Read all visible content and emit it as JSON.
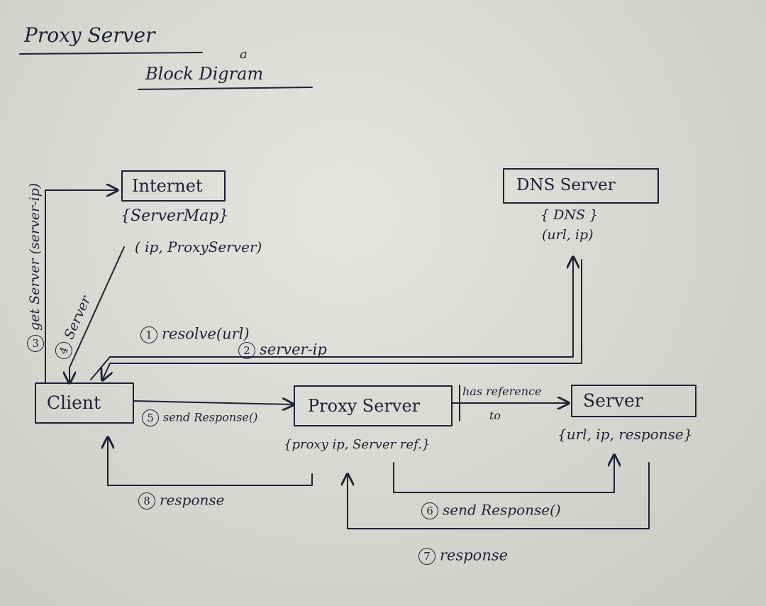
{
  "title": "Proxy Server",
  "subtitle": "Block Digram",
  "subtitle_correction": "a",
  "nodes": {
    "internet": {
      "label": "Internet",
      "note1": "{ServerMap}",
      "note2": "( ip, ProxyServer)"
    },
    "dns": {
      "label": "DNS Server",
      "note1": "{ DNS }",
      "note2": "(url, ip)"
    },
    "client": {
      "label": "Client"
    },
    "proxy": {
      "label": "Proxy Server",
      "note": "{proxy ip, Server ref.}"
    },
    "server": {
      "label": "Server",
      "note": "{url, ip, response}"
    }
  },
  "edges": {
    "step1": {
      "num": "1",
      "label": "resolve(url)"
    },
    "step2": {
      "num": "2",
      "label": "server-ip"
    },
    "step3": {
      "num": "3",
      "label": "get Server (server-ip)"
    },
    "step4": {
      "num": "4",
      "label": "Server"
    },
    "step5": {
      "num": "5",
      "label": "send Response()"
    },
    "step6": {
      "num": "6",
      "label": "send Response()"
    },
    "step7": {
      "num": "7",
      "label": "response"
    },
    "step8": {
      "num": "8",
      "label": "response"
    },
    "has_reference": {
      "line1": "has reference",
      "line2": "to"
    }
  },
  "ink_color": "#1d2236"
}
